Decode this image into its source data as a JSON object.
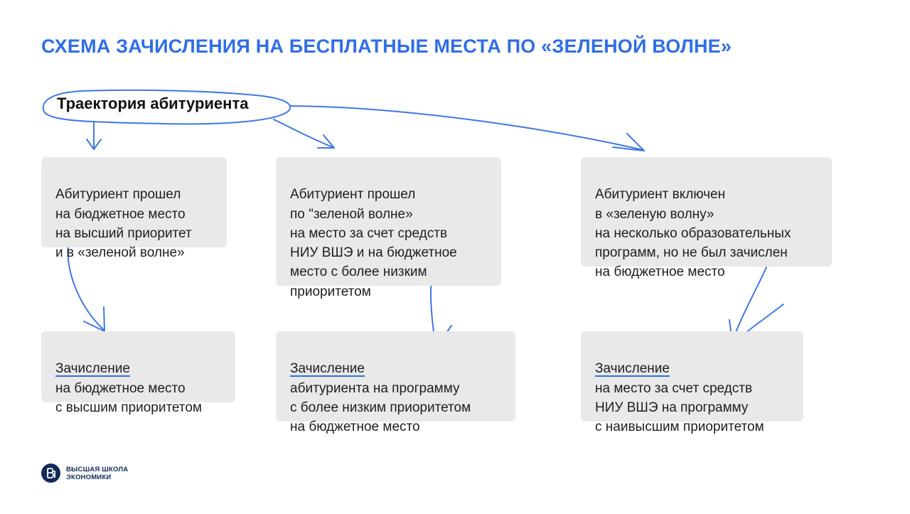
{
  "title": "СХЕМА ЗАЧИСЛЕНИЯ НА БЕСПЛАТНЫЕ МЕСТА ПО «ЗЕЛЕНОЙ ВОЛНЕ»",
  "root": "Траектория абитуриента",
  "conditions": [
    "Абитуриент прошел\nна бюджетное место\nна высший приоритет\nи в «зеленой волне»",
    "Абитуриент прошел\nпо \"зеленой волне»\nна место за счет средств\nНИУ ВШЭ и на бюджетное\nместо с более низким\nприоритетом",
    "Абитуриент включен\nв «зеленую волну»\nна несколько образовательных\nпрограмм, но не был зачислен\nна бюджетное место"
  ],
  "outcomes": [
    {
      "head": "Зачисление",
      "body": "на бюджетное место\nс высшим приоритетом"
    },
    {
      "head": "Зачисление",
      "body": "абитуриента на программу\nс более низким приоритетом\nна бюджетное место"
    },
    {
      "head": "Зачисление",
      "body": "на место за счет средств\nНИУ ВШЭ на программу\nс наивысшим приоритетом"
    }
  ],
  "logo": {
    "text": "ВЫСШАЯ ШКОЛА\nЭКОНОМИКИ",
    "icon": "hse-logo-icon"
  },
  "colors": {
    "accent": "#2f6ee6",
    "box": "#e9e9e9",
    "logo": "#102a5c"
  }
}
